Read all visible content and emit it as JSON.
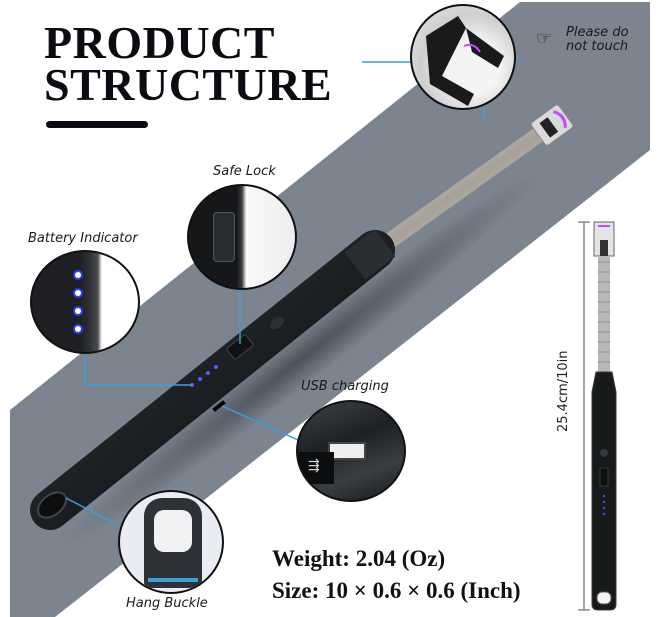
{
  "title": {
    "line1": "PRODUCT",
    "line2": "STRUCTURE"
  },
  "callouts": {
    "tip_warning": "Please do not touch",
    "tip_warning_line1": "Please do",
    "tip_warning_line2": "not touch",
    "safe_lock": "Safe Lock",
    "battery_indicator": "Battery Indicator",
    "usb_charging": "USB charging",
    "hang_buckle": "Hang Buckle"
  },
  "specs": {
    "weight": "Weight: 2.04 (Oz)",
    "size": "Size: 10 × 0.6 × 0.6 (Inch)"
  },
  "dimension": {
    "length": "25.4cm/10in"
  },
  "colors": {
    "band": "#7b848f",
    "callout_line": "#3aa0d8",
    "led_blue": "#2a3cff",
    "arc_purple": "#c04cff",
    "body_black": "#1e2124"
  },
  "icons": {
    "hand": "pointing-hand-icon",
    "usb": "usb-icon"
  }
}
